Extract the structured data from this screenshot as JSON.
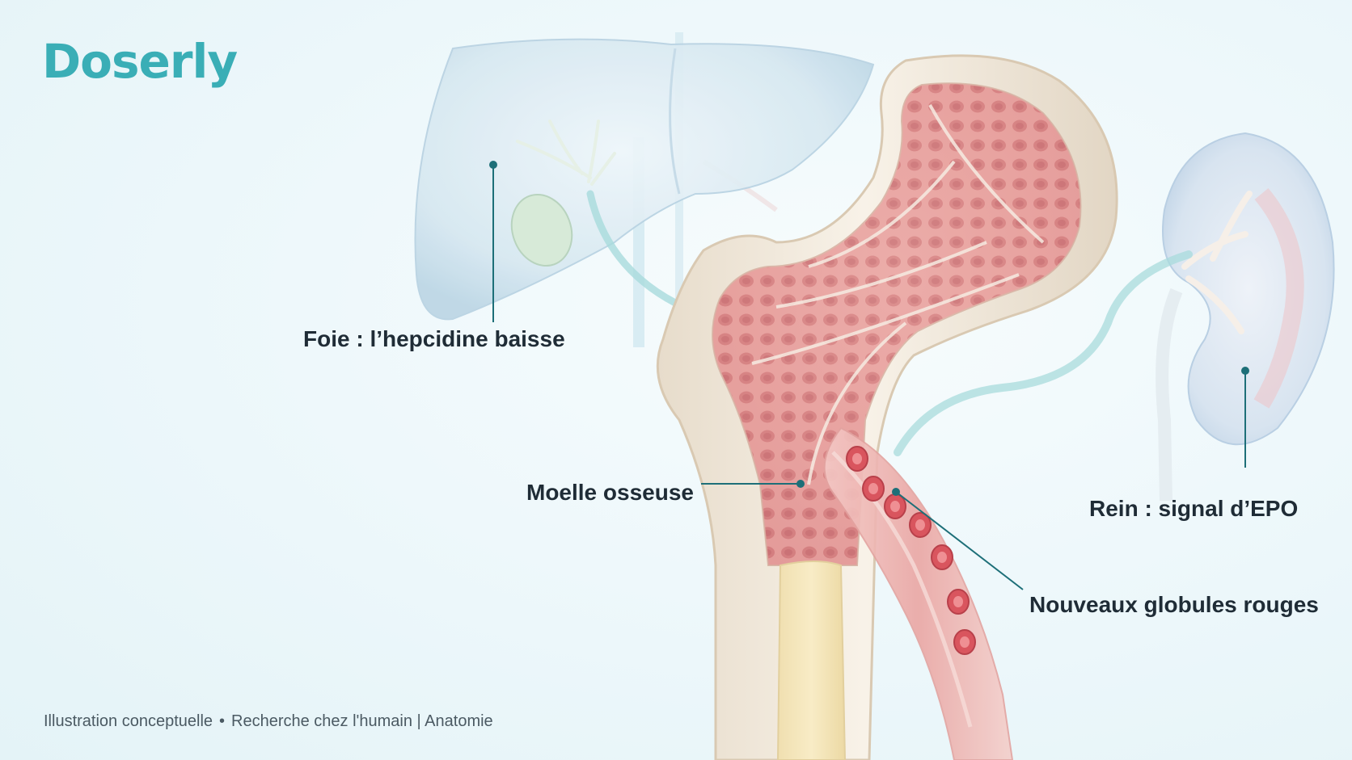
{
  "brand": {
    "logo_text": "Doserly",
    "accent_color": "#3aaeb6"
  },
  "diagram": {
    "labels": {
      "foie": "Foie : l’hepcidine baisse",
      "moelle": "Moelle osseuse",
      "rein": "Rein : signal d’EPO",
      "globules": "Nouveaux globules rouges"
    },
    "leader_line_color": "#1d6f78",
    "organ_colors": {
      "liver": "#cfe3ee",
      "bone": "#f1e9dc",
      "marrow": "#e79a9a",
      "red_cell": "#d9555e",
      "kidney": "#d6e6f1",
      "vessel": "#9fd8dc"
    }
  },
  "footer": {
    "left": "Illustration conceptuelle",
    "separator": "•",
    "right": "Recherche chez l'humain | Anatomie"
  }
}
